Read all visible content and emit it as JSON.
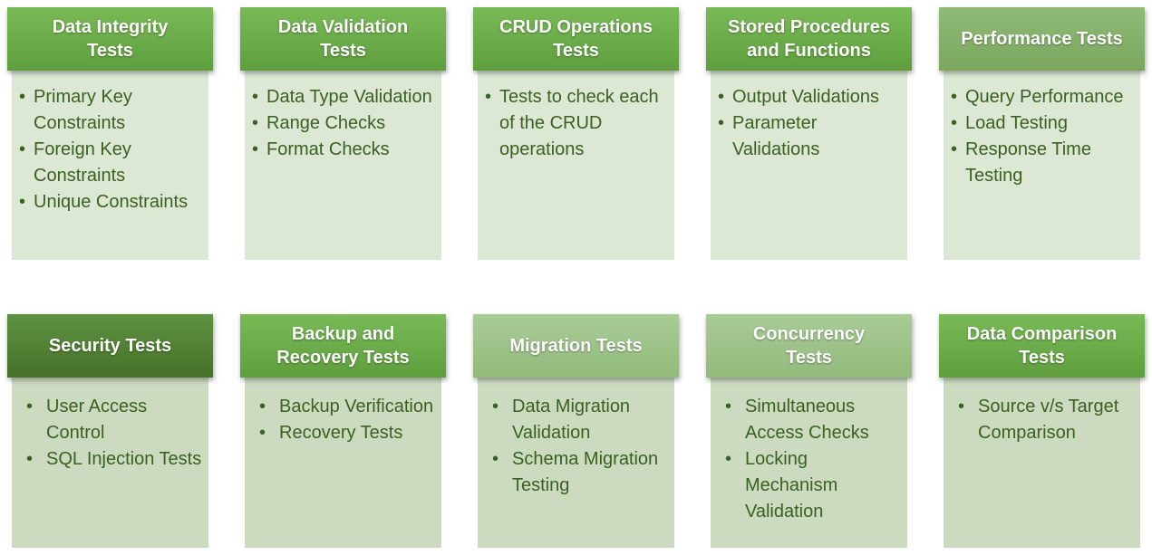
{
  "palette": {
    "header_text": "#ffffff",
    "body_text": "#3a6022",
    "row1_body_bg": "#dce8d3",
    "row2_body_bg": "#ccdbc0",
    "header_styles": {
      "standard": {
        "top": "#79ba57",
        "bottom": "#5f9e3d"
      },
      "dark": {
        "top": "#5e9241",
        "bottom": "#477029"
      },
      "medium": {
        "top": "#8ebb76",
        "bottom": "#7ca660"
      },
      "pale": {
        "top": "#a9cb97",
        "bottom": "#92bb7c"
      }
    }
  },
  "bullet_glyph": "•",
  "rows": [
    {
      "cards": [
        {
          "title": "Data Integrity\nTests",
          "style": "standard",
          "items": [
            "Primary Key Constraints",
            "Foreign Key Constraints",
            "Unique Constraints"
          ]
        },
        {
          "title": "Data Validation\nTests",
          "style": "standard",
          "items": [
            "Data Type Validation",
            "Range Checks",
            "Format Checks"
          ]
        },
        {
          "title": "CRUD Operations\nTests",
          "style": "standard",
          "items": [
            "Tests to check each of the CRUD operations"
          ]
        },
        {
          "title": "Stored Procedures\nand Functions",
          "style": "standard",
          "items": [
            "Output Validations",
            "Parameter Validations"
          ]
        },
        {
          "title": "Performance Tests",
          "style": "medium",
          "items": [
            "Query Performance",
            "Load Testing",
            "Response Time Testing"
          ]
        }
      ]
    },
    {
      "cards": [
        {
          "title": "Security Tests",
          "style": "dark",
          "items": [
            "User Access Control",
            "SQL Injection Tests"
          ]
        },
        {
          "title": "Backup and\nRecovery Tests",
          "style": "standard",
          "items": [
            "Backup Verification",
            "Recovery Tests"
          ]
        },
        {
          "title": "Migration Tests",
          "style": "pale",
          "items": [
            "Data Migration Validation",
            "Schema Migration Testing"
          ]
        },
        {
          "title": "Concurrency\nTests",
          "style": "pale",
          "items": [
            "Simultaneous Access Checks",
            "Locking Mechanism Validation"
          ]
        },
        {
          "title": "Data Comparison\nTests",
          "style": "standard",
          "items": [
            "Source v/s Target Comparison"
          ]
        }
      ]
    }
  ]
}
